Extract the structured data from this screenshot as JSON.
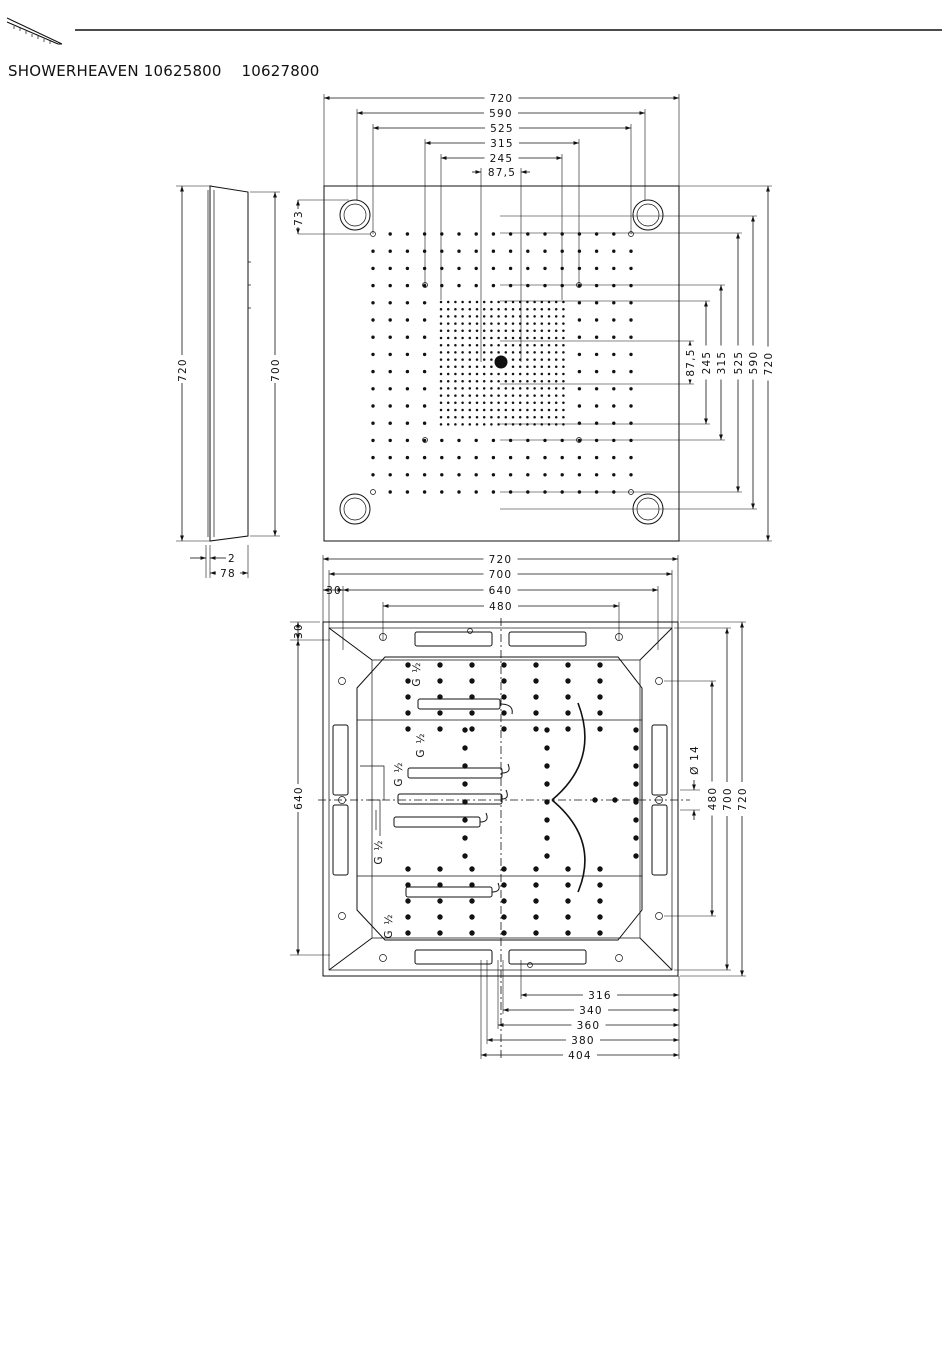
{
  "title": "SHOWERHEAVEN 10625800    10627800",
  "icons": {
    "header_icon": "shower-side-view-icon"
  },
  "top_view": {
    "dims_horizontal": [
      "720",
      "590",
      "525",
      "315",
      "245",
      "87,5"
    ],
    "dims_left": [
      "73"
    ],
    "dims_right": [
      "87,5",
      "245",
      "315",
      "525",
      "590",
      "720"
    ]
  },
  "side_view": {
    "height_outer": "720",
    "height_inner": "700",
    "offset": "2",
    "depth": "78"
  },
  "bottom_view": {
    "dims_top": [
      "720",
      "700",
      "640",
      "480",
      "30"
    ],
    "dims_left": [
      "30",
      "640"
    ],
    "dims_right": [
      "Ø 14",
      "480",
      "700",
      "720"
    ],
    "dims_bottom": [
      "316",
      "340",
      "360",
      "380",
      "404"
    ],
    "thread_labels": [
      "G ½",
      "G ½",
      "G ½",
      "G ½",
      "G ½"
    ]
  }
}
